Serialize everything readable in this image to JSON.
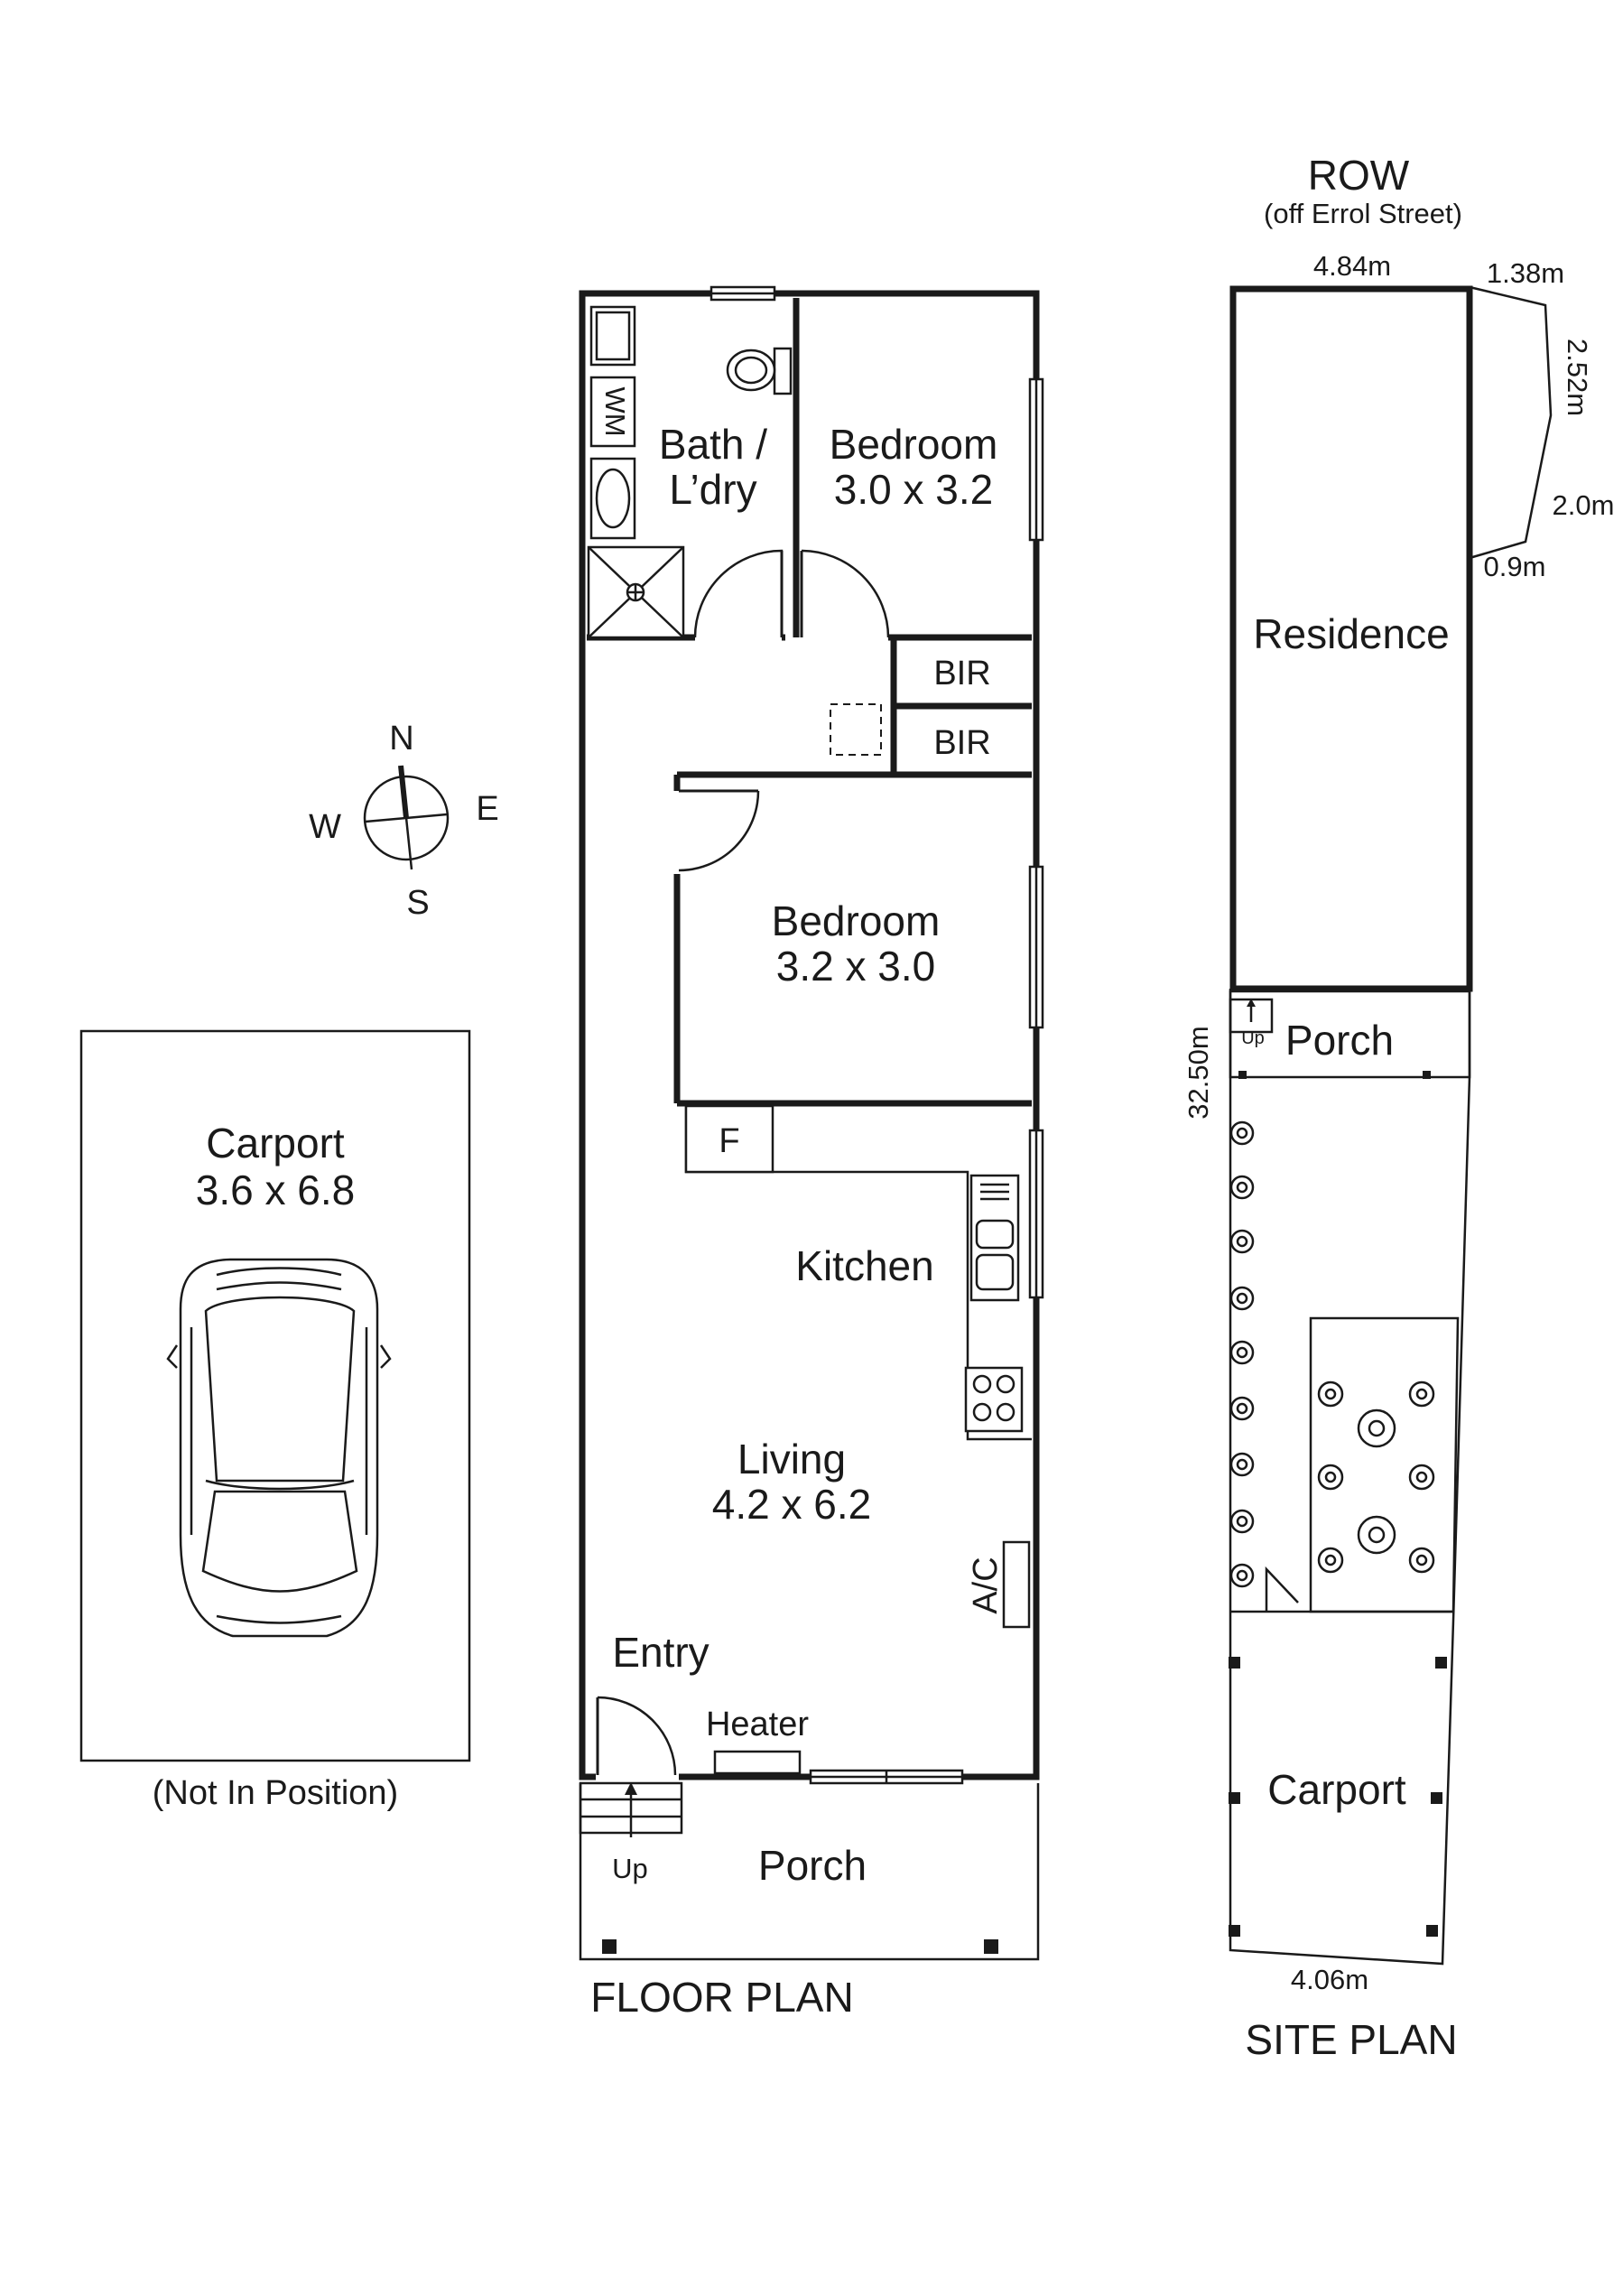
{
  "compass": {
    "n": "N",
    "e": "E",
    "s": "S",
    "w": "W"
  },
  "carport_note": {
    "title": "Carport",
    "size": "3.6 x 6.8",
    "note": "(Not In Position)"
  },
  "floor_plan": {
    "title": "FLOOR PLAN",
    "rooms": {
      "bath": {
        "line1": "Bath /",
        "line2": "L’dry"
      },
      "bedroom1": {
        "name": "Bedroom",
        "size": "3.0 x 3.2"
      },
      "bir1": "BIR",
      "bir2": "BIR",
      "bedroom2": {
        "name": "Bedroom",
        "size": "3.2 x 3.0"
      },
      "fridge": "F",
      "kitchen": "Kitchen",
      "living": {
        "name": "Living",
        "size": "4.2 x 6.2"
      },
      "ac": "A/C",
      "entry": "Entry",
      "heater": "Heater",
      "porch": "Porch",
      "up": "Up",
      "wm": "WM"
    }
  },
  "site_plan": {
    "title": "SITE PLAN",
    "row": "ROW",
    "row_sub": "(off Errol Street)",
    "dims": {
      "top": "4.84m",
      "d1": "1.38m",
      "d2": "2.52m",
      "d3": "2.0m",
      "d4": "0.9m",
      "left": "32.50m",
      "bottom": "4.06m"
    },
    "residence": "Residence",
    "porch": "Porch",
    "up": "Up",
    "carport": "Carport"
  }
}
